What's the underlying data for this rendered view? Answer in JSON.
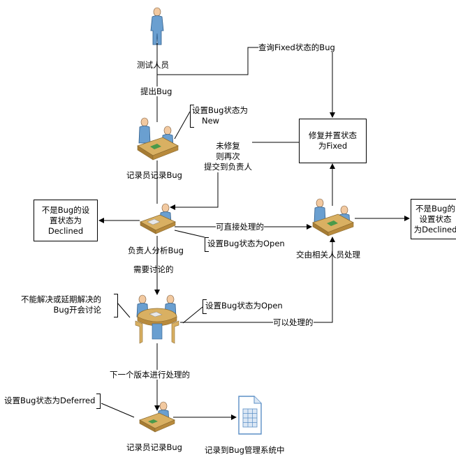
{
  "actors": {
    "tester": "测试人员",
    "recorder_top": "记录员记录Bug",
    "owner_analyze": "负责人分析Bug",
    "related_handle": "交由相关人员处理",
    "recorder_bottom": "记录员记录Bug",
    "record_system": "记录到Bug管理系统中"
  },
  "edge_labels": {
    "submit_bug": "提出Bug",
    "query_fixed": "查询Fixed状态的Bug",
    "direct_handle": "可直接处理的",
    "need_discuss": "需要讨论的",
    "can_handle": "可以处理的",
    "next_version": "下一个版本进行处理的",
    "not_fixed_line1": "未修复",
    "not_fixed_line2": "则再次",
    "not_fixed_line3": "提交到负责人"
  },
  "notes": {
    "set_new_line1": "设置Bug状态为",
    "set_new_line2": "New",
    "set_open_1": "设置Bug状态为Open",
    "set_open_2": "设置Bug状态为Open",
    "meeting_line1": "不能解决或延期解决的",
    "meeting_line2": "Bug开会讨论",
    "set_deferred": "设置Bug状态为Deferred"
  },
  "boxes": {
    "fix_line1": "修复并置状态",
    "fix_line2": "为Fixed",
    "declined_left_line1": "不是Bug的设",
    "declined_left_line2": "置状态为",
    "declined_left_line3": "Declined",
    "declined_right_line1": "不是Bug的",
    "declined_right_line2": "设置状态",
    "declined_right_line3": "为Declined"
  },
  "colors": {
    "person_blue": "#6a9fd0",
    "desk_tan": "#d9b062",
    "desk_dark": "#8b6a2e",
    "paper_green": "#4a9a4a",
    "doc_blue": "#5b8fc6"
  }
}
